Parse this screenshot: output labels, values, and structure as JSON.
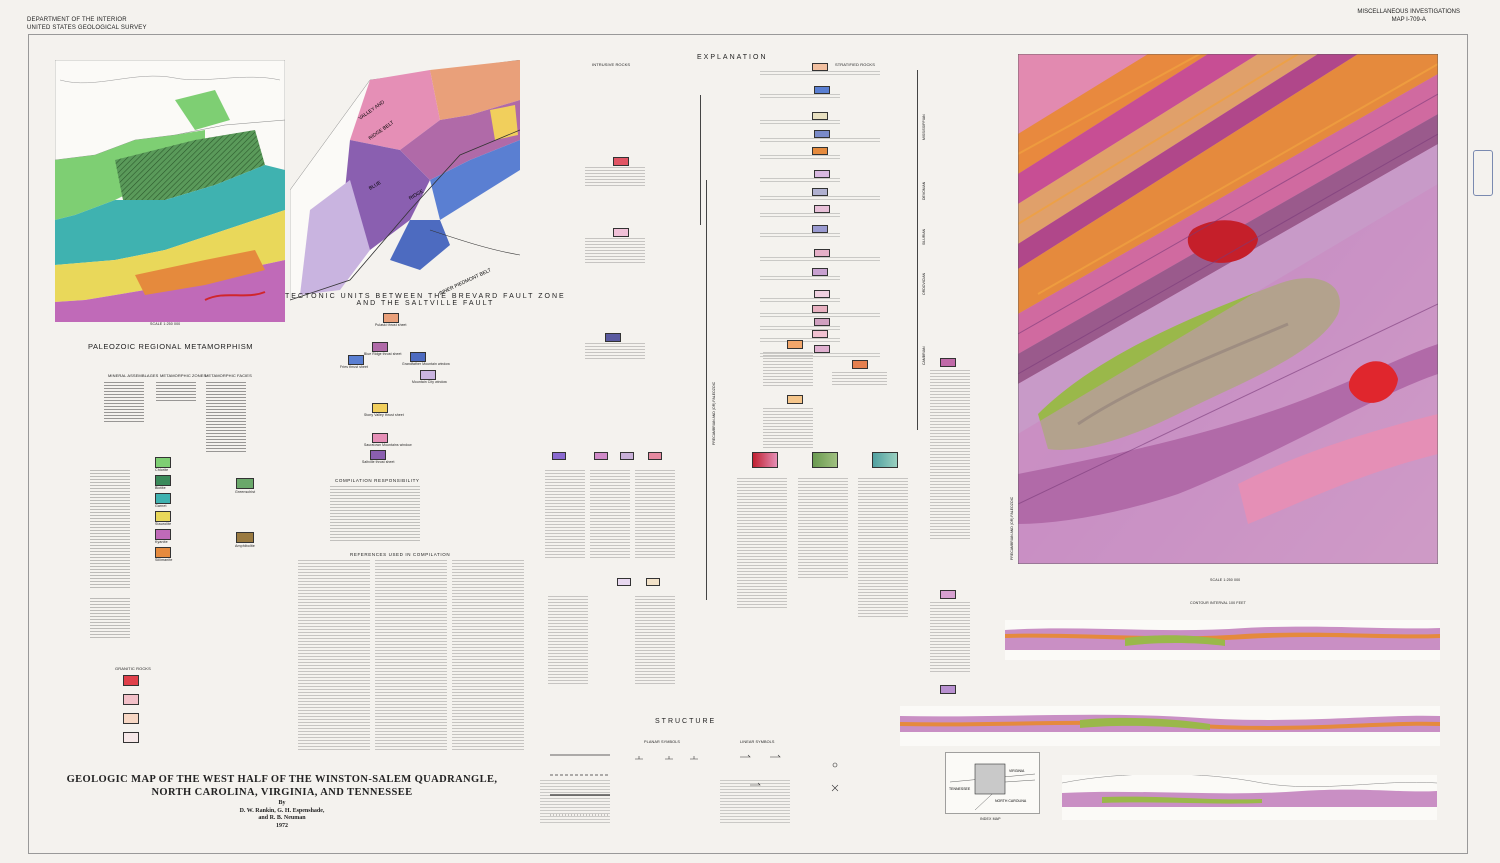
{
  "header": {
    "agency_line1": "DEPARTMENT OF THE INTERIOR",
    "agency_line2": "UNITED STATES GEOLOGICAL SURVEY",
    "series_line1": "MISCELLANEOUS INVESTIGATIONS",
    "series_line2": "MAP I-709-A"
  },
  "title": {
    "line1": "GEOLOGIC MAP OF THE WEST HALF OF THE WINSTON-SALEM QUADRANGLE,",
    "line2": "NORTH CAROLINA, VIRGINIA, AND TENNESSEE",
    "by": "By",
    "authors_line1": "D. W. Rankin, G. H. Espenshade,",
    "authors_line2": "and R. B. Neuman",
    "year": "1972"
  },
  "sections": {
    "explanation": "EXPLANATION",
    "intrusive_rocks": "INTRUSIVE ROCKS",
    "stratified_rocks": "STRATIFIED ROCKS",
    "structure": "STRUCTURE",
    "metamorphism": "PALEOZOIC REGIONAL METAMORPHISM",
    "tectonic_line1": "TECTONIC UNITS BETWEEN THE BREVARD FAULT ZONE",
    "tectonic_line2": "AND THE SALTVILLE FAULT",
    "compilation": "COMPILATION RESPONSIBILITY",
    "references": "REFERENCES USED IN COMPILATION",
    "granitic_rocks": "GRANITIC ROCKS",
    "planar_symbols": "PLANAR SYMBOLS",
    "linear_symbols": "LINEAR SYMBOLS",
    "diagram_caption": "INDEX MAP"
  },
  "metamorphism_columns": {
    "col1": "MINERAL ASSEMBLAGES",
    "col2": "METAMORPHIC ZONES",
    "col3": "METAMORPHIC FACIES"
  },
  "metamorphic_zones": [
    "Chlorite",
    "Biotite",
    "Garnet",
    "Staurolite",
    "Kyanite",
    "Sillimanite"
  ],
  "facies": [
    "Greenschist",
    "Amphibolite"
  ],
  "tectonic_labels": [
    "VALLEY AND",
    "RIDGE BELT",
    "BLUE",
    "RIDGE",
    "INNER PIEDMONT BELT"
  ],
  "tectonic_legend": [
    "Pulaski thrust sheet",
    "Blue Ridge thrust sheet",
    "Grandfather Mountain window",
    "Fries thrust sheet",
    "Mountain City window",
    "Stony Valley thrust sheet",
    "Sauratown Mountains window",
    "Saltville thrust sheet"
  ],
  "periods": [
    "MISSISSIPPIAN",
    "DEVONIAN",
    "SILURIAN",
    "ORDOVICIAN",
    "CAMBRIAN",
    "PRECAMBRIAN AND (OR) PALEOZOIC"
  ],
  "index_map_labels": [
    "VIRGINIA",
    "TENNESSEE",
    "NORTH CAROLINA"
  ],
  "scale_text": "SCALE 1:250 000",
  "contour_text": "CONTOUR INTERVAL 100 FEET",
  "colors": {
    "paper": "#f4f2ee",
    "border": "#999999",
    "pink": "#e58fb6",
    "magenta": "#c94f9d",
    "purple": "#8a5fb0",
    "lavender": "#b59bd0",
    "orange": "#e58a3d",
    "salmon": "#e9a07a",
    "red": "#d0262c",
    "green": "#9ab84a",
    "teal": "#3fb2b0",
    "yellow": "#e9d85a",
    "blue": "#5a7fd2",
    "olive": "#8c9a3a"
  }
}
